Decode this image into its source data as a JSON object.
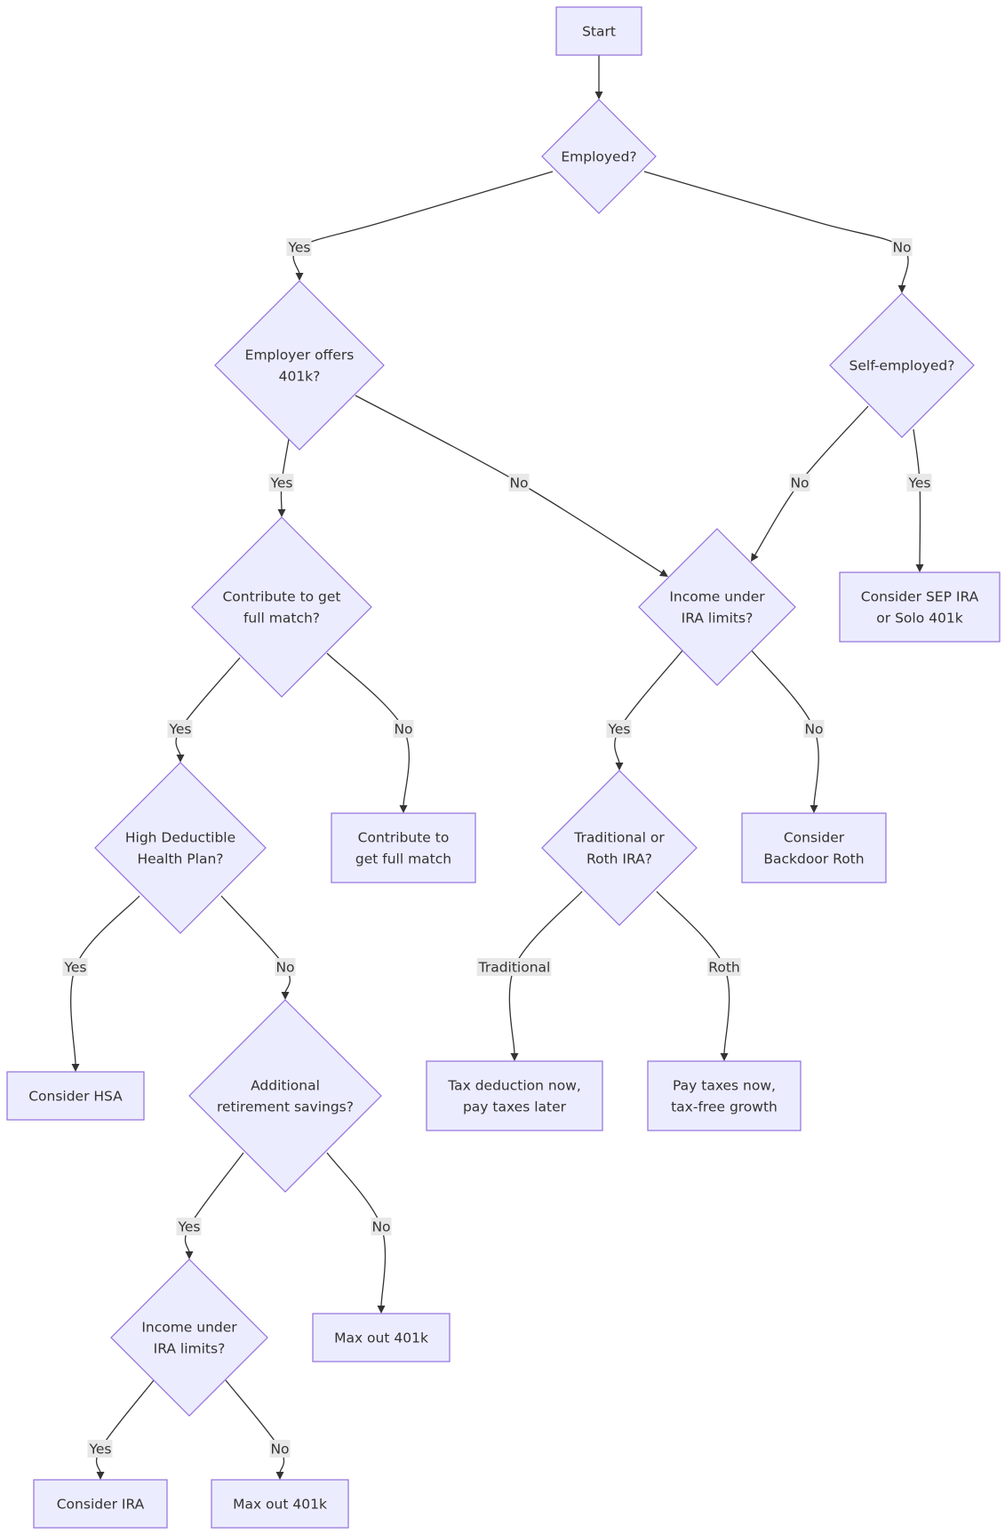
{
  "nodes": {
    "start": {
      "lines": [
        "Start"
      ]
    },
    "employed": {
      "lines": [
        "Employed?"
      ]
    },
    "employer401k": {
      "lines": [
        "Employer offers",
        "401k?"
      ]
    },
    "selfEmployed": {
      "lines": [
        "Self-employed?"
      ]
    },
    "fullMatch": {
      "lines": [
        "Contribute to get",
        "full match?"
      ]
    },
    "iraLimits1": {
      "lines": [
        "Income under",
        "IRA limits?"
      ]
    },
    "sepIra": {
      "lines": [
        "Consider SEP IRA",
        "or Solo 401k"
      ]
    },
    "hdhp": {
      "lines": [
        "High Deductible",
        "Health Plan?"
      ]
    },
    "getMatch": {
      "lines": [
        "Contribute to",
        "get full match"
      ]
    },
    "tradRoth": {
      "lines": [
        "Traditional or",
        "Roth IRA?"
      ]
    },
    "backdoor": {
      "lines": [
        "Consider",
        "Backdoor Roth"
      ]
    },
    "hsa": {
      "lines": [
        "Consider HSA"
      ]
    },
    "additional": {
      "lines": [
        "Additional",
        "retirement savings?"
      ]
    },
    "taxLater": {
      "lines": [
        "Tax deduction now,",
        "pay taxes later"
      ]
    },
    "taxFree": {
      "lines": [
        "Pay taxes now,",
        "tax-free growth"
      ]
    },
    "iraLimits2": {
      "lines": [
        "Income under",
        "IRA limits?"
      ]
    },
    "maxOut1": {
      "lines": [
        "Max out 401k"
      ]
    },
    "considerIra": {
      "lines": [
        "Consider IRA"
      ]
    },
    "maxOut2": {
      "lines": [
        "Max out 401k"
      ]
    }
  },
  "edges": [
    {
      "id": "e1",
      "from": "start",
      "to": "employed",
      "label": ""
    },
    {
      "id": "e2",
      "from": "employed",
      "to": "employer401k",
      "label": "Yes"
    },
    {
      "id": "e3",
      "from": "employed",
      "to": "selfEmployed",
      "label": "No"
    },
    {
      "id": "e4",
      "from": "employer401k",
      "to": "fullMatch",
      "label": "Yes"
    },
    {
      "id": "e5",
      "from": "employer401k",
      "to": "iraLimits1",
      "label": "No"
    },
    {
      "id": "e6",
      "from": "selfEmployed",
      "to": "iraLimits1",
      "label": "No"
    },
    {
      "id": "e7",
      "from": "selfEmployed",
      "to": "sepIra",
      "label": "Yes"
    },
    {
      "id": "e8",
      "from": "fullMatch",
      "to": "hdhp",
      "label": "Yes"
    },
    {
      "id": "e9",
      "from": "fullMatch",
      "to": "getMatch",
      "label": "No"
    },
    {
      "id": "e10",
      "from": "iraLimits1",
      "to": "tradRoth",
      "label": "Yes"
    },
    {
      "id": "e11",
      "from": "iraLimits1",
      "to": "backdoor",
      "label": "No"
    },
    {
      "id": "e12",
      "from": "hdhp",
      "to": "hsa",
      "label": "Yes"
    },
    {
      "id": "e13",
      "from": "hdhp",
      "to": "additional",
      "label": "No"
    },
    {
      "id": "e14",
      "from": "tradRoth",
      "to": "taxLater",
      "label": "Traditional"
    },
    {
      "id": "e15",
      "from": "tradRoth",
      "to": "taxFree",
      "label": "Roth"
    },
    {
      "id": "e16",
      "from": "additional",
      "to": "iraLimits2",
      "label": "Yes"
    },
    {
      "id": "e17",
      "from": "additional",
      "to": "maxOut1",
      "label": "No"
    },
    {
      "id": "e18",
      "from": "iraLimits2",
      "to": "considerIra",
      "label": "Yes"
    },
    {
      "id": "e19",
      "from": "iraLimits2",
      "to": "maxOut2",
      "label": "No"
    }
  ]
}
